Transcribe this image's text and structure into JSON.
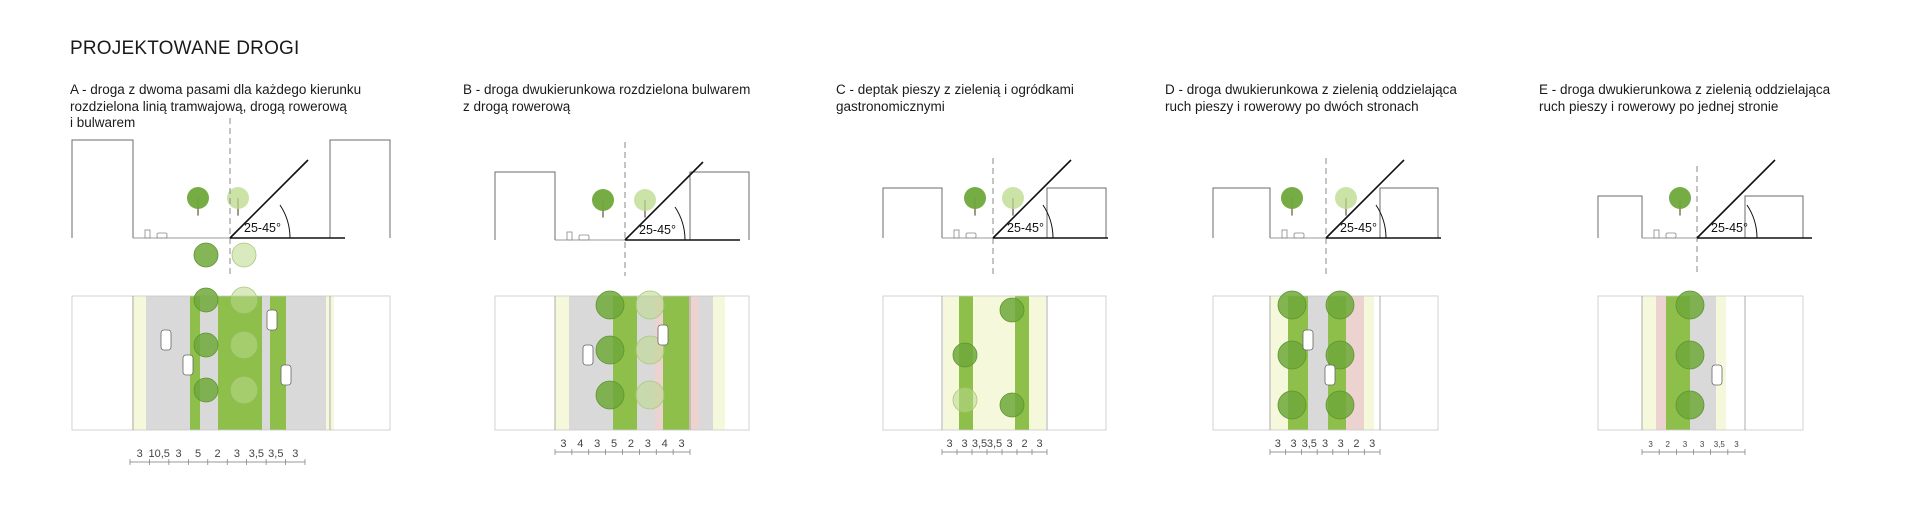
{
  "title": "PROJEKTOWANE DROGI",
  "panels": [
    {
      "id": "A",
      "caption": [
        "A - droga z dwoma pasami dla każdego kierunku",
        "rozdzielona linią tramwajową, drogą rowerową",
        "i bulwarem"
      ],
      "angle": "25-45°",
      "dims": [
        "3",
        "10,5",
        "3",
        "5",
        "2",
        "3",
        "3,5",
        "3,5",
        "3"
      ]
    },
    {
      "id": "B",
      "caption": [
        "B - droga dwukierunkowa rozdzielona bulwarem",
        "z drogą rowerową"
      ],
      "angle": "25-45°",
      "dims": [
        "3",
        "4",
        "3",
        "5",
        "2",
        "3",
        "4",
        "3"
      ]
    },
    {
      "id": "C",
      "caption": [
        "C - deptak pieszy z zielenią i ogródkami",
        "gastronomicznymi"
      ],
      "angle": "25-45°",
      "dims": [
        "3",
        "3",
        "3,5",
        "3,5",
        "3",
        "2",
        "3"
      ]
    },
    {
      "id": "D",
      "caption": [
        "D - droga dwukierunkowa z zielenią oddzielająca",
        "ruch pieszy i rowerowy po dwóch stronach"
      ],
      "angle": "25-45°",
      "dims": [
        "3",
        "3",
        "3,5",
        "3",
        "3",
        "2",
        "3"
      ]
    },
    {
      "id": "E",
      "caption": [
        "E - droga dwukierunkowa z zielenią oddzielająca",
        "ruch pieszy i rowerowy po jednej stronie"
      ],
      "angle": "25-45°",
      "dims": [
        "3",
        "2",
        "3",
        "3",
        "3,5",
        "3"
      ]
    }
  ],
  "colors": {
    "line": "#6b6b6b",
    "road": "#d9d9d9",
    "sidewalk": "#f6f8dc",
    "bike": "#ecd3d0",
    "green": "#8dbf4a",
    "tree": "#6fa83a",
    "treeLight": "#b9d98a"
  }
}
